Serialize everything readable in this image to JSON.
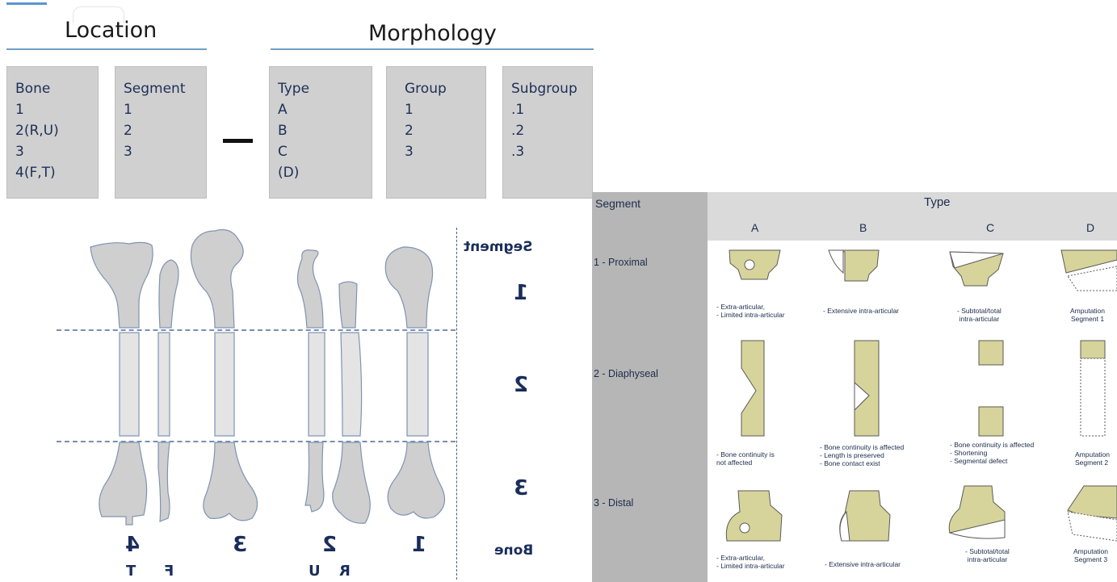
{
  "headings": {
    "location": "Location",
    "morphology": "Morphology"
  },
  "code_boxes": [
    {
      "title": "Bone",
      "items": [
        "1",
        "2(R,U)",
        "3",
        "4(F,T)"
      ]
    },
    {
      "title": "Segment",
      "items": [
        "1",
        "2",
        "3"
      ]
    },
    {
      "title": "Type",
      "items": [
        "A",
        "B",
        "C",
        "(D)"
      ]
    },
    {
      "title": "Group",
      "items": [
        "1",
        "2",
        "3"
      ]
    },
    {
      "title": "Subgroup",
      "items": [
        ".1",
        ".2",
        ".3"
      ]
    }
  ],
  "bone_diagram": {
    "segment_header": "Segment",
    "segment_numbers": [
      "1",
      "2",
      "3"
    ],
    "bone_header": "Bone",
    "bone_numbers": [
      "4",
      "3",
      "2",
      "1"
    ],
    "bone_letters": [
      "T",
      "F",
      "U",
      "R"
    ]
  },
  "type_table": {
    "segment_header": "Segment",
    "type_header": "Type",
    "type_columns": [
      "A",
      "B",
      "C",
      "D"
    ],
    "rows": [
      {
        "label": "1 - Proximal",
        "captions": [
          [
            "- Extra-articular,",
            "- Limited intra-articular"
          ],
          [
            "- Extensive intra-articular"
          ],
          [
            "- Subtotal/total",
            "intra-articular"
          ],
          [
            "Amputation",
            "Segment 1"
          ]
        ]
      },
      {
        "label": "2 - Diaphyseal",
        "captions": [
          [
            "- Bone continuity is",
            "not affected"
          ],
          [
            "- Bone continuity is affected",
            "- Length is preserved",
            "- Bone contact exist"
          ],
          [
            "- Bone continuity is affected",
            "- Shortening",
            "- Segmental defect"
          ],
          [
            "Amputation",
            "Segment 2"
          ]
        ]
      },
      {
        "label": "3 - Distal",
        "captions": [
          [
            "- Extra-articular,",
            "- Limited intra-articular"
          ],
          [
            "- Extensive intra-articular"
          ],
          [
            "- Subtotal/total",
            "intra-articular"
          ],
          [
            "Amputation",
            "Segment 3"
          ]
        ]
      }
    ]
  },
  "colors": {
    "rule": "#6f9fc4",
    "box": "#d0d0d0",
    "bone": "#cfcfcf",
    "bone_edge": "#7f93b3",
    "fracture": "#d6d49a"
  }
}
